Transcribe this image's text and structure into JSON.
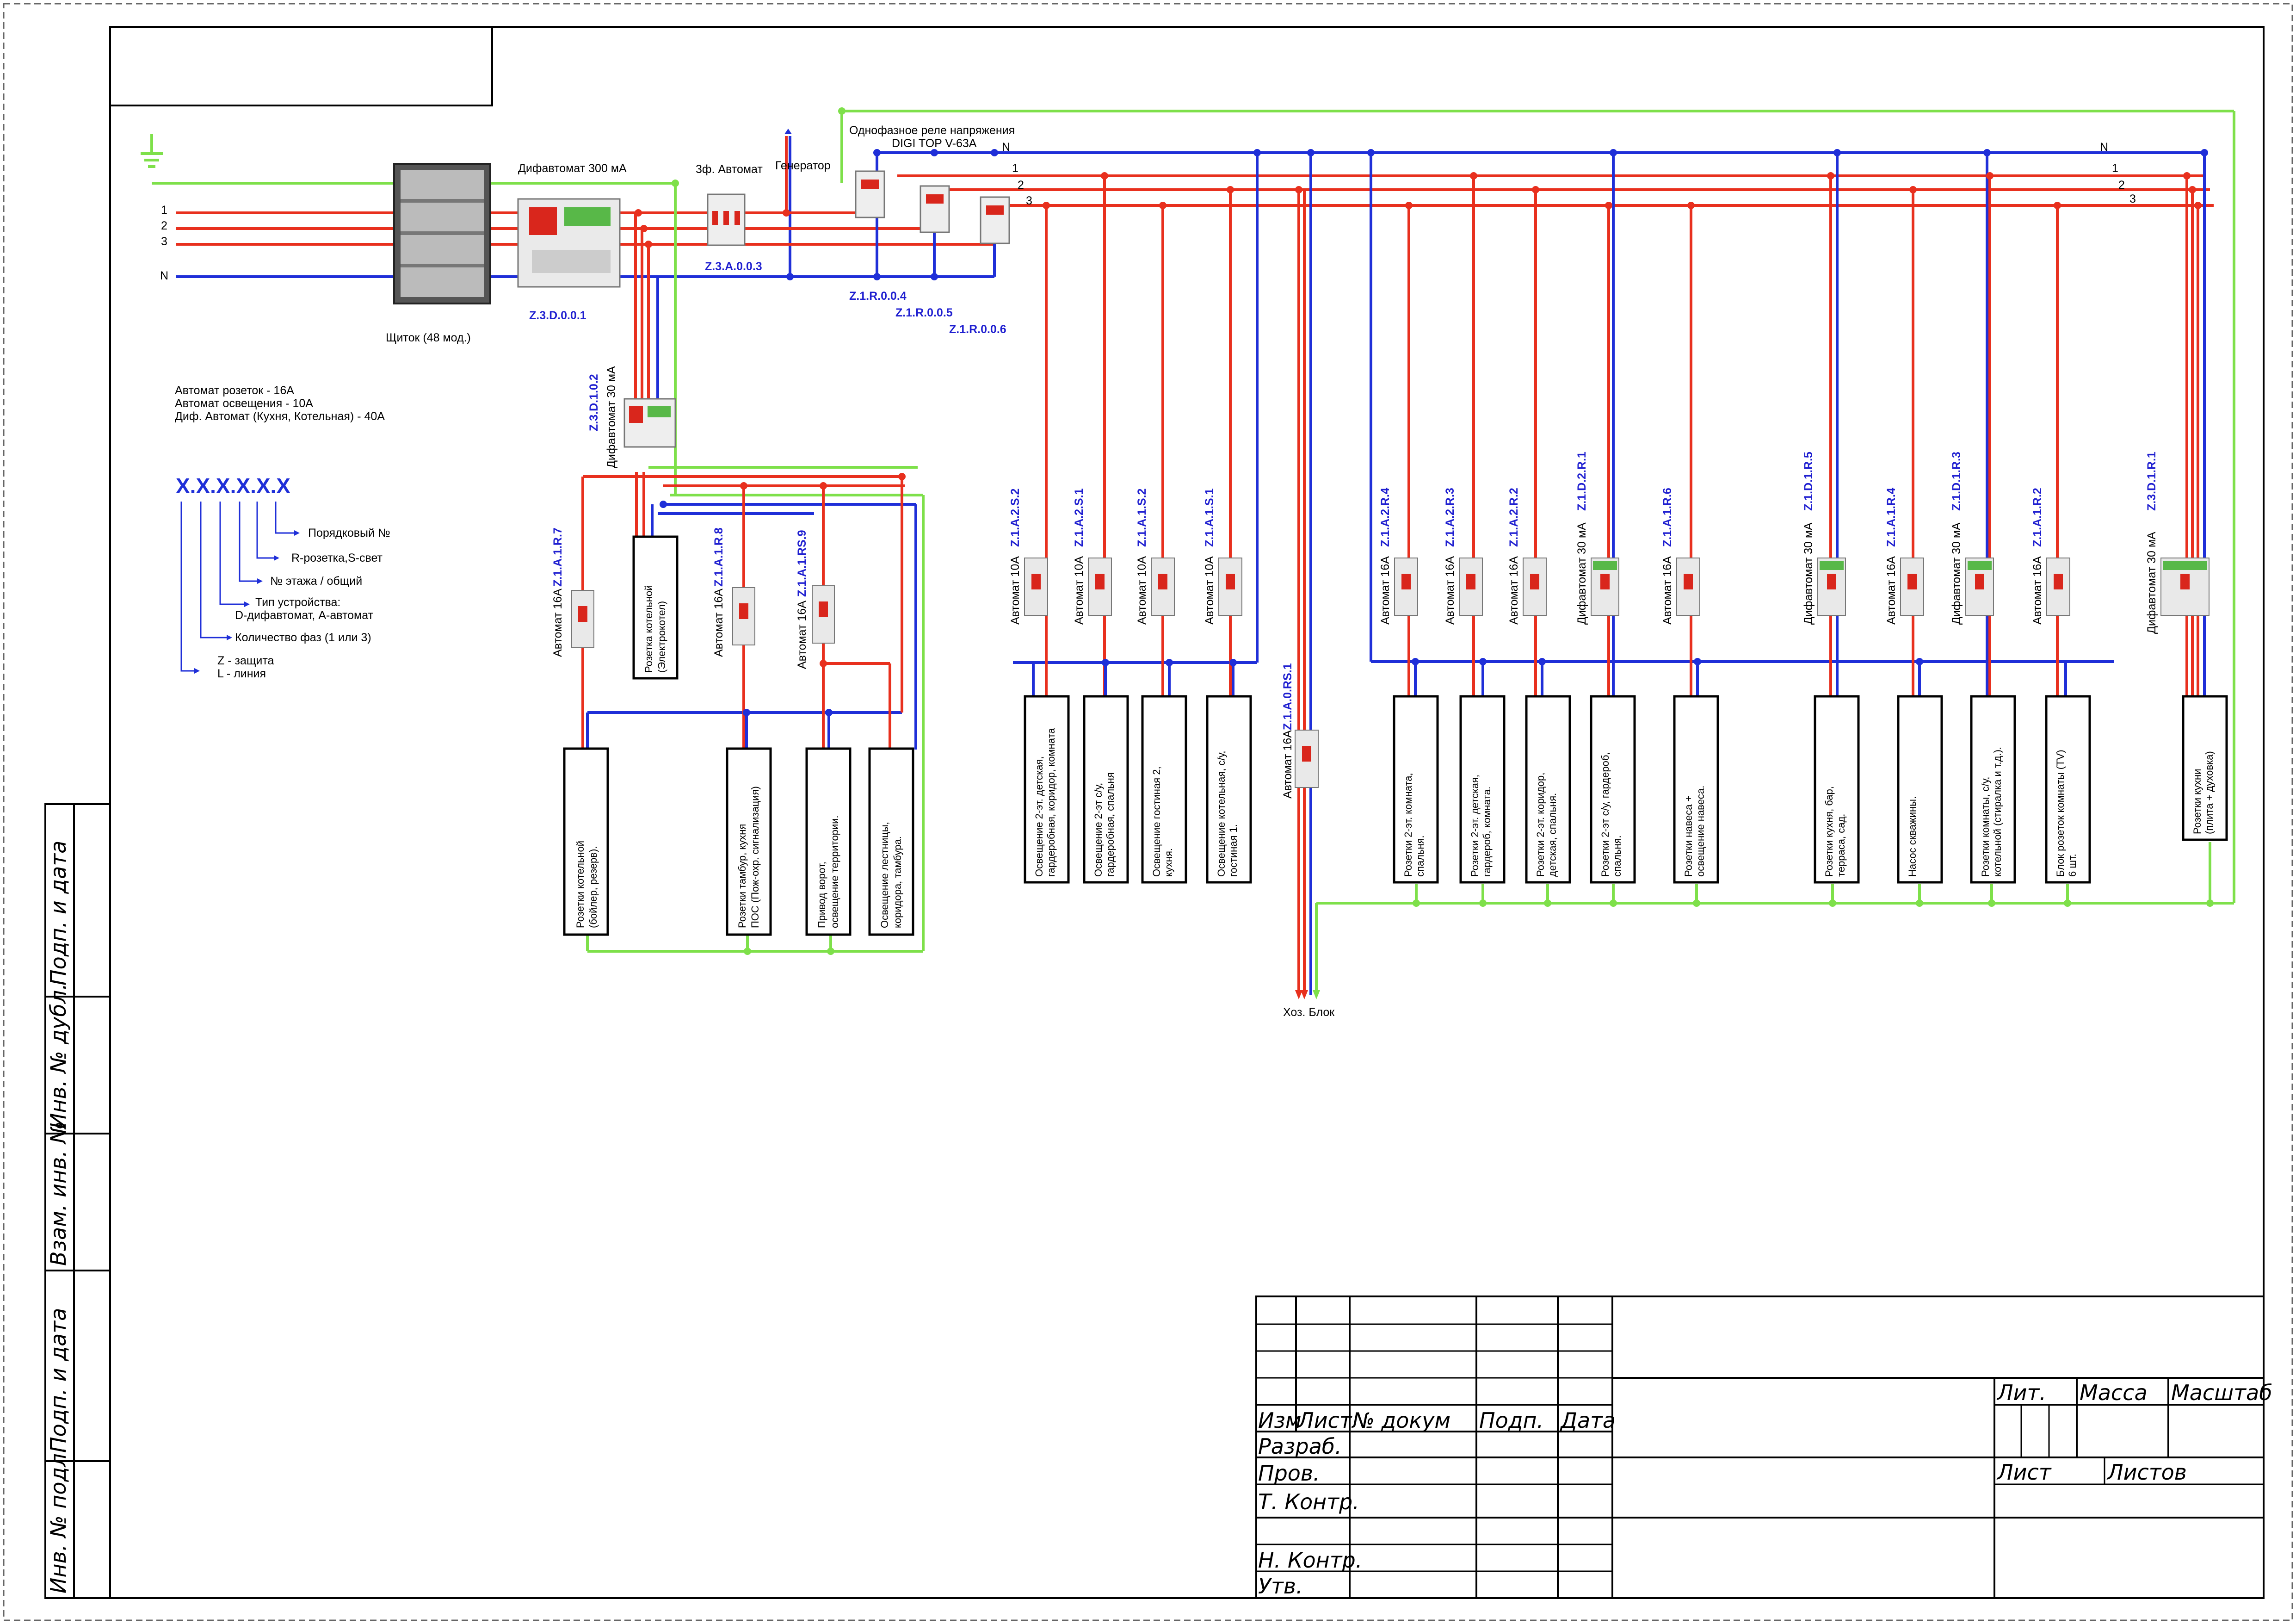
{
  "title_block": {
    "stamps": [
      "Подп. и дата",
      "Инв. № дубл.",
      "Взам. инв. №",
      "Подп. и дата",
      "Инв. № подл."
    ],
    "header": [
      "Изм",
      "Лист",
      "№ докум",
      "Подп.",
      "Дата"
    ],
    "roles": [
      "Разраб.",
      "Пров.",
      "Т. Контр.",
      "Н. Контр.",
      "Утв."
    ],
    "lit": "Лит.",
    "mass": "Масса",
    "scale": "Масштаб",
    "sheet": "Лист",
    "sheets": "Листов"
  },
  "legend": {
    "ratings": [
      "Автомат розеток - 16А",
      "Автомат освещения - 10А",
      "Диф. Автомат (Кухня, Котельная) - 40А"
    ],
    "code": "X.X.X.X.X.X",
    "items": [
      "Порядковый №",
      "R-розетка,S-свет",
      "№ этажа / общий",
      "Тип устройства:",
      "D-дифавтомат, А-автомат",
      "Количество фаз (1 или 3)",
      "Z - защита",
      "L - линия"
    ]
  },
  "supply": {
    "ground_icon": "ground-icon",
    "phases": [
      "1",
      "2",
      "3",
      "N"
    ],
    "panel_label": "Щиток (48 мод.)",
    "rcbo_main_label": "Дифавтомат 300 мА",
    "rcbo_main_code": "Z.3.D.0.0.1",
    "auto3_label": "3ф. Автомат",
    "auto3_code": "Z.3.A.0.0.3",
    "generator_label": "Генератор",
    "relay_label_1": "Однофазное реле напряжения",
    "relay_label_2": "DIGI TOP V-63A",
    "relay_codes": [
      "Z.1.R.0.0.4",
      "Z.1.R.0.0.5",
      "Z.1.R.0.0.6"
    ],
    "bus_labels": [
      "N",
      "1",
      "2",
      "3"
    ],
    "rcd30_label": "Дифавтомат 30 мА",
    "rcd30_code": "Z.3.D.1.0.2",
    "hoz_label": "Хоз. Блок"
  },
  "left_group": {
    "breakers": [
      {
        "label": "Автомат 16А",
        "code": "Z.1.A.1.R.7"
      },
      {
        "label": "Автомат 16А",
        "code": "Z.1.A.1.R.8"
      },
      {
        "label": "Автомат 16А",
        "code": "Z.1.A.1.RS.9"
      }
    ],
    "loads": [
      {
        "line1": "Розетки котельной",
        "line2": "(бойлер, резерв)."
      },
      {
        "line1": "Розетка котельной",
        "line2": "(Электрокотел)"
      },
      {
        "line1": "Розетки тамбур, кухня",
        "line2": "ПОС (Пож-охр. сигнализация)"
      },
      {
        "line1": "Привод ворот,",
        "line2": "освещение территории."
      },
      {
        "line1": "Освещение лестницы,",
        "line2": "коридора, тамбура."
      }
    ]
  },
  "main_breakers": [
    {
      "label": "Автомат 10А",
      "code": "Z.1.A.2.S.2",
      "load1": "Освещение 2-эт. детская,",
      "load2": "гардеробная, коридор, комната"
    },
    {
      "label": "Автомат 10А",
      "code": "Z.1.A.2.S.1",
      "load1": "Освещение 2-эт с/у,",
      "load2": "гардеробная, спальня"
    },
    {
      "label": "Автомат 10А",
      "code": "Z.1.A.1.S.2",
      "load1": "Освещение гостиная 2,",
      "load2": "кухня."
    },
    {
      "label": "Автомат 10А",
      "code": "Z.1.A.1.S.1",
      "load1": "Освещение котельная, с/у,",
      "load2": "гостиная 1."
    },
    {
      "label": "Автомат 16А",
      "code": "Z.1.A.0.RS.1",
      "load1": "",
      "load2": ""
    },
    {
      "label": "Автомат 16А",
      "code": "Z.1.A.2.R.4",
      "load1": "Розетки 2-эт. комната,",
      "load2": "спальня."
    },
    {
      "label": "Автомат 16А",
      "code": "Z.1.A.2.R.3",
      "load1": "Розетки 2-эт. детская,",
      "load2": "гардероб, комната."
    },
    {
      "label": "Автомат 16А",
      "code": "Z.1.A.2.R.2",
      "load1": "Розетки 2-эт. коридор,",
      "load2": "детская, спальня."
    },
    {
      "label": "Дифавтомат 30 мА",
      "code": "Z.1.D.2.R.1",
      "load1": "Розетки 2-эт с/у, гардероб,",
      "load2": "спальня."
    },
    {
      "label": "Автомат 16А",
      "code": "Z.1.A.1.R.6",
      "load1": "Розетки навеса +",
      "load2": "освещение навеса."
    },
    {
      "label": "Дифавтомат 30 мА",
      "code": "Z.1.D.1.R.5",
      "load1": "Розетки кухня, бар,",
      "load2": "терраса, сад."
    },
    {
      "label": "Автомат 16А",
      "code": "Z.1.A.1.R.4",
      "load1": "Насос скважины.",
      "load2": ""
    },
    {
      "label": "Дифавтомат 30 мА",
      "code": "Z.1.D.1.R.3",
      "load1": "Розетки комнаты, с/у,",
      "load2": "котельной (стиралка и т.д.)."
    },
    {
      "label": "Автомат 16А",
      "code": "Z.1.A.1.R.2",
      "load1": "Блок розеток комнаты (TV)",
      "load2": "6 шт."
    },
    {
      "label": "Дифавтомат 30 мА",
      "code": "Z.3.D.1.R.1",
      "load1": "Розетки кухни",
      "load2": "(плита + духовка)"
    }
  ]
}
